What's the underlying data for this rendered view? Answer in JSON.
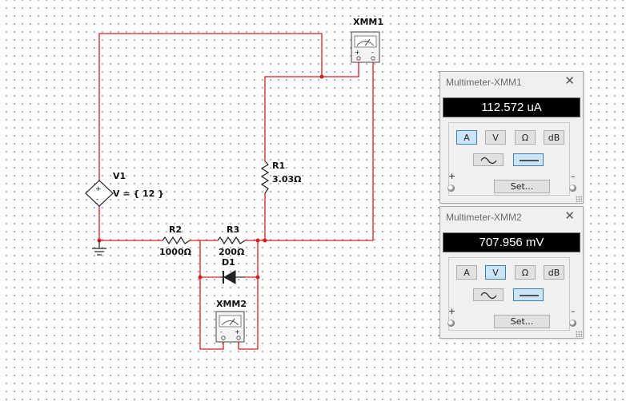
{
  "circuit": {
    "source": {
      "name": "V1",
      "value": "V = { 12 }"
    },
    "resistors": [
      {
        "name": "R1",
        "value": "3.03Ω"
      },
      {
        "name": "R2",
        "value": "1000Ω"
      },
      {
        "name": "R3",
        "value": "200Ω"
      }
    ],
    "diode": {
      "name": "D1"
    },
    "meters": [
      {
        "name": "XMM1"
      },
      {
        "name": "XMM2"
      }
    ],
    "colors": {
      "wire": "#d42020",
      "grid_dot": "#9a9a9a"
    }
  },
  "multimeters": [
    {
      "title": "Multimeter-XMM1",
      "close_label": "✕",
      "reading": "112.572 uA",
      "active_mode": "A",
      "modes": [
        "A",
        "V",
        "Ω",
        "dB"
      ],
      "active_signal": "dc",
      "plus_label": "+",
      "minus_label": "–",
      "set_label": "Set..."
    },
    {
      "title": "Multimeter-XMM2",
      "close_label": "✕",
      "reading": "707.956 mV",
      "active_mode": "V",
      "modes": [
        "A",
        "V",
        "Ω",
        "dB"
      ],
      "active_signal": "dc",
      "plus_label": "+",
      "minus_label": "–",
      "set_label": "Set..."
    }
  ]
}
